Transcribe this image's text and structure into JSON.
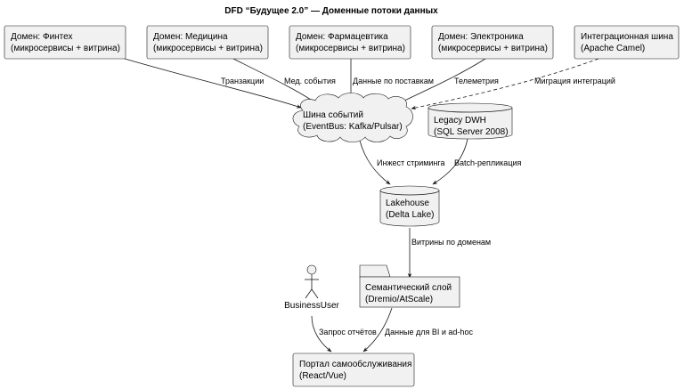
{
  "diagram": {
    "title": "DFD “Будущее 2.0” — Доменные потоки данных",
    "nodes": {
      "fintech": {
        "line1": "Домен: Финтех",
        "line2": "(микросервисы + витрина)"
      },
      "medicine": {
        "line1": "Домен: Медицина",
        "line2": "(микросервисы + витрина)"
      },
      "pharma": {
        "line1": "Домен: Фармацевтика",
        "line2": "(микросервисы + витрина)"
      },
      "electronics": {
        "line1": "Домен: Электроника",
        "line2": "(микросервисы + витрина)"
      },
      "integration_bus": {
        "line1": "Интеграционная шина",
        "line2": "(Apache Camel)"
      },
      "event_bus": {
        "line1": "Шина событий",
        "line2": "(EventBus: Kafka/Pulsar)"
      },
      "legacy_dwh": {
        "line1": "Legacy DWH",
        "line2": "(SQL Server 2008)"
      },
      "lakehouse": {
        "line1": "Lakehouse",
        "line2": "(Delta Lake)"
      },
      "semantic_layer": {
        "line1": "Семантический слой",
        "line2": "(Dremio/AtScale)"
      },
      "business_user": {
        "line1": "BusinessUser"
      },
      "portal": {
        "line1": "Портал самообслуживания",
        "line2": "(React/Vue)"
      }
    },
    "edges": {
      "fintech_to_bus": "Транзакции",
      "medicine_to_bus": "Мед. события",
      "pharma_to_bus": "Данные по поставкам",
      "electronics_to_bus": "Телеметрия",
      "integration_to_bus": "Миграция интеграций",
      "bus_to_lakehouse": "Инжест стриминга",
      "dwh_to_lakehouse": "Batch-репликация",
      "lakehouse_to_semantic": "Витрины по доменам",
      "user_to_portal": "Запрос отчётов",
      "semantic_to_portal": "Данные для BI и ad-hoc"
    }
  }
}
